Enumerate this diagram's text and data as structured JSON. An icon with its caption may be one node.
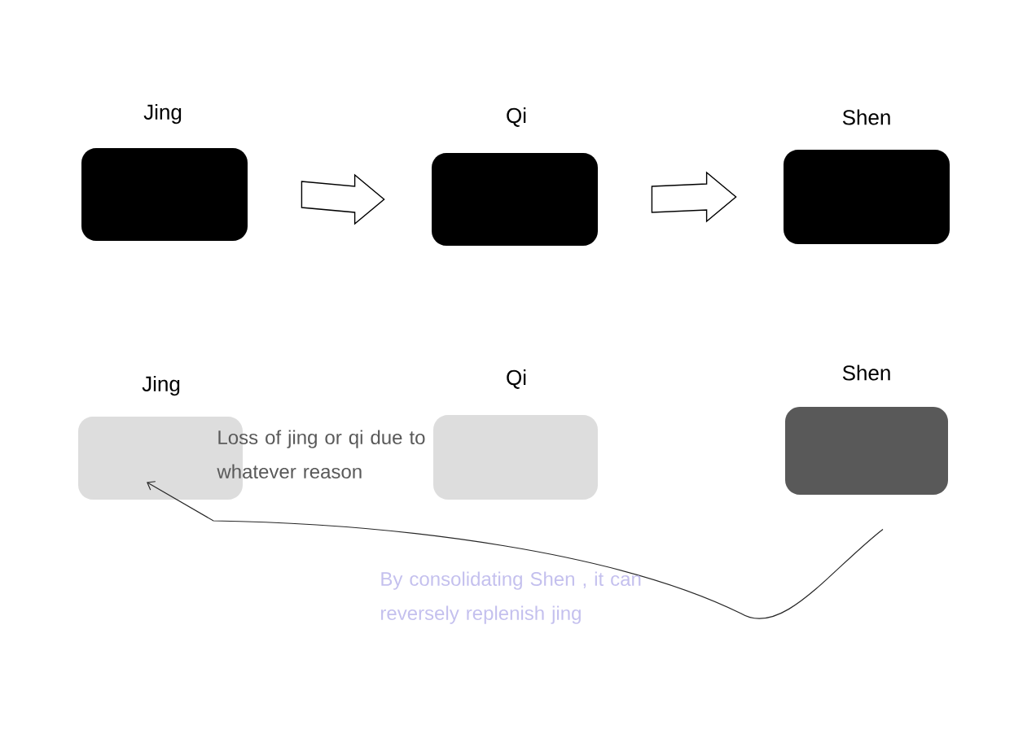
{
  "diagram": {
    "nodes": [
      {
        "text": [
          "Jing"
        ]
      },
      {
        "text": [
          "Qi"
        ]
      },
      {
        "text": [
          "Shen"
        ]
      },
      {
        "text": [
          "Jing"
        ]
      },
      {
        "text": [
          "Qi"
        ]
      },
      {
        "text": [
          "Shen"
        ]
      }
    ],
    "edges": [
      {
        "from": 0,
        "to": 1,
        "arrow": "to"
      },
      {
        "from": 1,
        "to": 2,
        "arrow": "to"
      },
      {
        "from": 5,
        "to": 3,
        "arrow": "to"
      }
    ],
    "labels": [
      "Loss of jing or qi due to whatever reason",
      "By consolidating Shen , it can reversely replenish jing"
    ]
  }
}
